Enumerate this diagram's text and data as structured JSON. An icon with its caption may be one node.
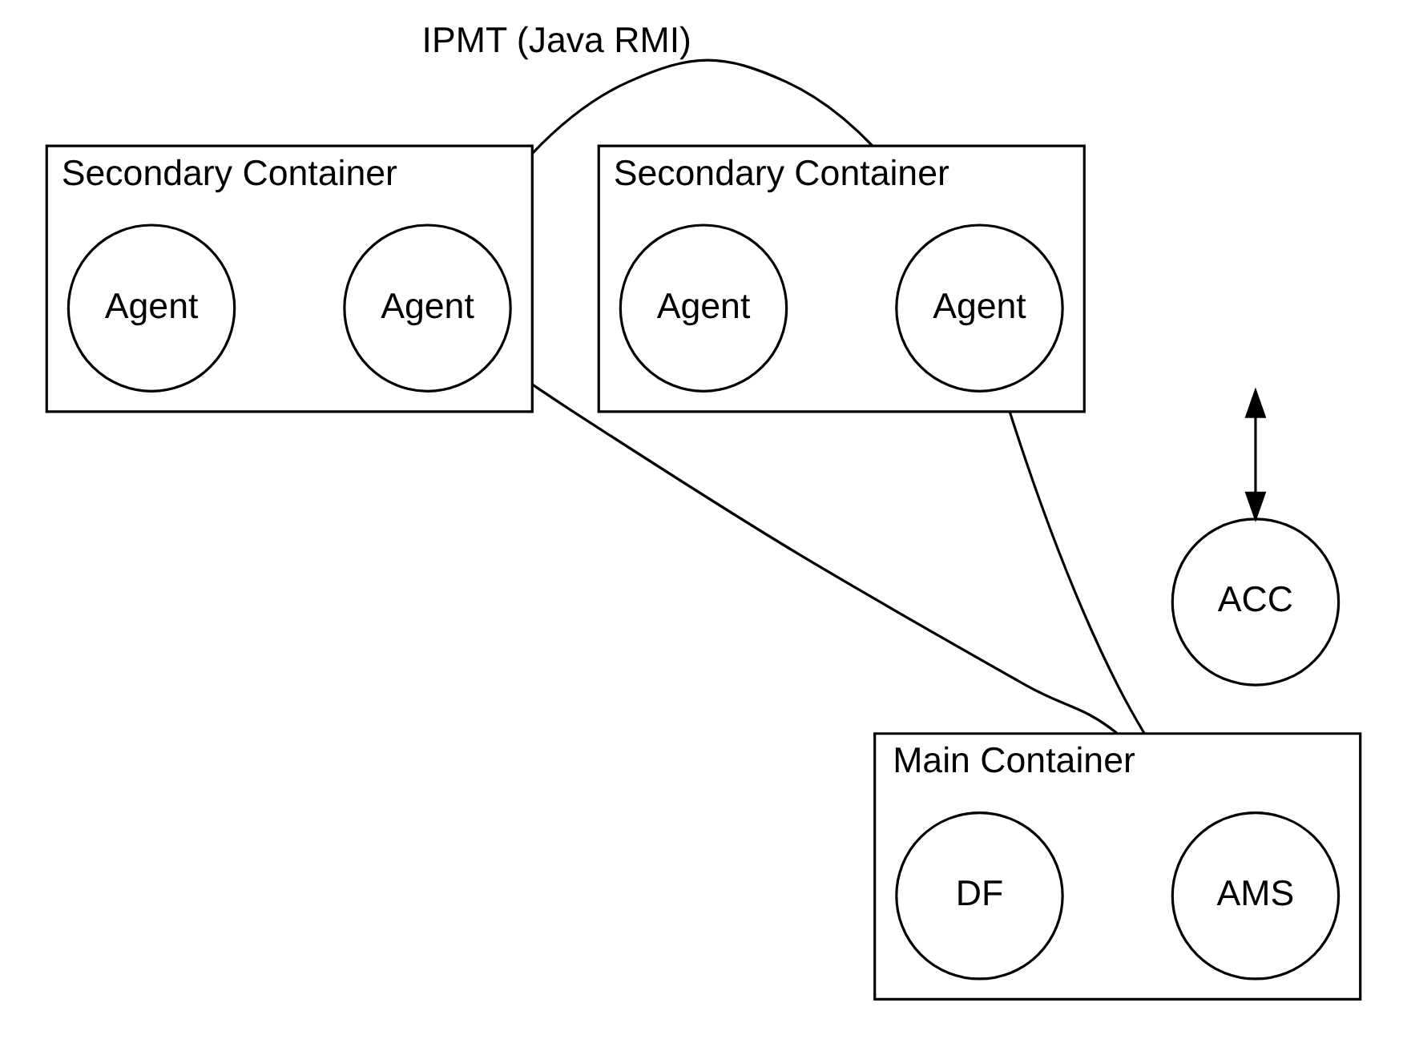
{
  "diagram": {
    "nodes": [
      {
        "text": [
          "ACC"
        ]
      },
      {
        "text": [
          "Main Container"
        ]
      },
      {
        "text": [
          "AMS"
        ],
        "in": 1
      },
      {
        "text": [
          "DF"
        ],
        "in": 1
      },
      {
        "text": [
          "Secondary Container"
        ]
      },
      {
        "text": [
          "Agent"
        ],
        "in": 4
      },
      {
        "text": [
          "Agent"
        ],
        "in": 4
      },
      {
        "text": [
          "Secondary Container"
        ]
      },
      {
        "text": [
          "Agent"
        ],
        "in": 7
      },
      {
        "text": [
          "Agent"
        ],
        "in": 7
      }
    ],
    "edges": [
      {
        "from": null,
        "to": 0,
        "arrow": "both"
      },
      {
        "from": 1,
        "to": 4,
        "arrow": "none"
      },
      {
        "from": 1,
        "to": 7,
        "arrow": "none"
      },
      {
        "from": 4,
        "to": 7,
        "arrow": "none",
        "label": "IPMT (Java RMI)"
      }
    ]
  }
}
